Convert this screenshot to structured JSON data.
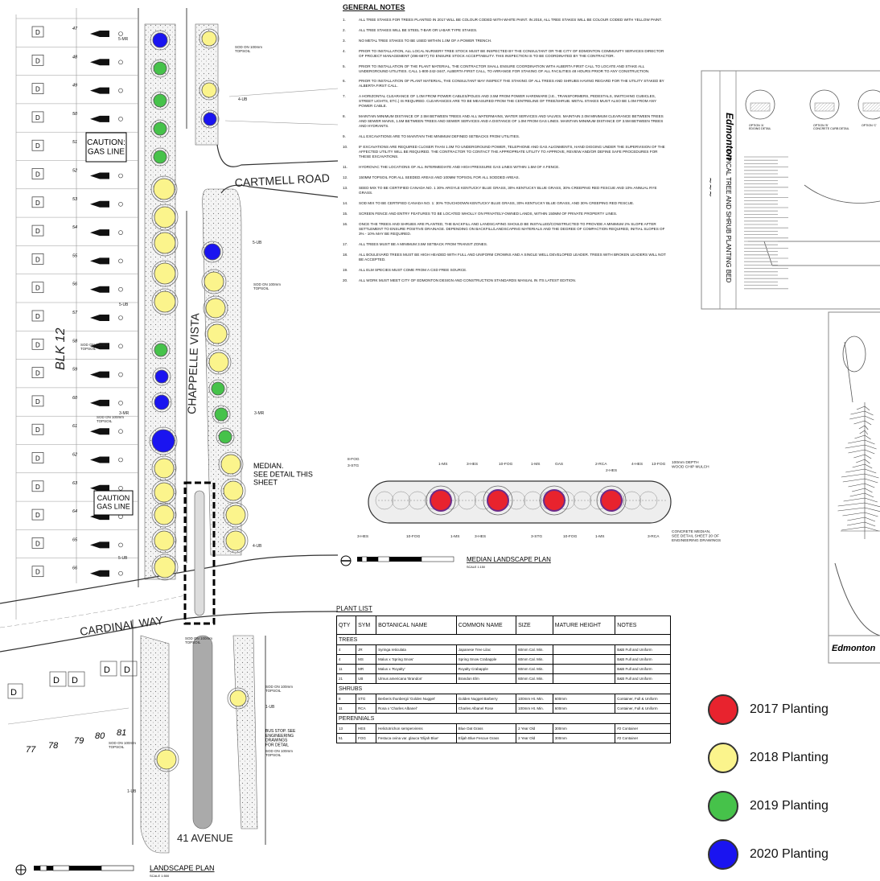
{
  "plan": {
    "title": "LANDSCAPE PLAN",
    "scale": "SCALE 1:500",
    "streets": {
      "cartmell": "CARTMELL ROAD",
      "chappelle": "CHAPPELLE VISTA",
      "cardinal": "CARDINAL WAY",
      "avenue": "41 AVENUE",
      "block": "BLK 12"
    },
    "callouts": {
      "gas1": "CAUTION:\nGAS LINE",
      "gas2": "CAUTION\nGAS LINE",
      "median": "MEDIAN.\nSEE DETAIL THIS\nSHEET",
      "bus": "BUS STOP. SEE\nENGINEERING\nDRAWINGS\nFOR DETAIL",
      "sod1": "SOD ON 100mm\nTOPSOIL",
      "sod2": "SOD ON 100mm\nTOPSOIL",
      "sod3": "SOD ON 100mm\nTOPSOIL",
      "sod4": "SOD ON 100mm\nTOPSOIL",
      "sod5": "SOD ON 100mm\nTOPSOIL",
      "sod6": "SOD ON 100mm\nTOPSOIL",
      "sod7": "SOD ON 100mm\nTOPSOIL",
      "sod8": "SOD ON 100mm\nTOPSOIL"
    },
    "tags": {
      "t1": "5-MR",
      "t2": "4-UB",
      "t3": "5-UB",
      "t4": "5-UB",
      "t5": "3-MR",
      "t6": "3-MR",
      "t7": "5-UB",
      "t8": "4-UB",
      "t9": "1-UB",
      "t10": "1-UB"
    },
    "lots_left": [
      "47",
      "48",
      "49",
      "50",
      "51",
      "52",
      "53",
      "54",
      "55",
      "56",
      "57",
      "58",
      "59",
      "60",
      "61",
      "62",
      "63",
      "64",
      "65",
      "66"
    ],
    "lots_bottom": [
      "77",
      "78",
      "79",
      "80",
      "81"
    ]
  },
  "general_notes": {
    "title": "GENERAL NOTES",
    "items": [
      {
        "n": "1.",
        "text": "All tree stakes for trees planted in 2017 will be colour coded with white paint. In 2018, all tree stakes will be colour coded with yellow paint."
      },
      {
        "n": "2.",
        "text": "All tree stakes will be steel T-bar or U-bar type stakes."
      },
      {
        "n": "3.",
        "text": "No metal tree stakes to be used within 1.0m of a power trench."
      },
      {
        "n": "4.",
        "text": "Prior to installation, all local nursery tree stock must be inspected by the consultant or the City of Edmonton Community Services Director of Project Management (496-6877) to ensure stock acceptability. This inspection is to be coordinated by the contractor."
      },
      {
        "n": "5.",
        "text": "Prior to installation of the plant material, the contractor shall ensure coordination with Alberta First Call to locate and stake all underground utilities. Call 1-800-242-3447, Alberta First Call, to arrange for staking of all facilities 48 hours prior to any construction."
      },
      {
        "n": "6.",
        "text": "Prior to installation of plant material, the consultant may inspect the staking of all trees and shrubs having regard for the utility staked by Alberta First Call."
      },
      {
        "n": "7.",
        "text": "A horizontal clearance of 1.0m from power cables/poles and 3.5m from power hardware (i.e., transformers, pedestals, switching cubicles, street lights, etc.) is required. Clearances are to be measured from the centreline of tree/shrub. Metal stakes must also be 1.0m from any power cable."
      },
      {
        "n": "8.",
        "text": "Maintain minimum distance of 2.5m between trees and all watermains, water services and valves. Maintain 2.0m minimum clearance between trees and sewer mains, 1.5m between trees and sewer services and a distance of 1.0m from gas lines. Maintain minimum distance of 3.5m between trees and hydrants."
      },
      {
        "n": "9.",
        "text": "All excavations are to maintain the minimum defined setbacks from utilities."
      },
      {
        "n": "10.",
        "text": "If excavations are required closer than 1.0m to underground power, telephone and gas alignments, hand digging under the supervision of the affected utility will be required. The contractor to contact the appropriate utility to approve, review and/or define safe procedures for these excavations."
      },
      {
        "n": "11.",
        "text": "Hydrovac the locations of all intermediate and high pressure gas lines within 1.5m of a fence."
      },
      {
        "n": "12.",
        "text": "150mm topsoil for all seeded areas and 100mm topsoil for all sodded areas."
      },
      {
        "n": "13.",
        "text": "Seed mix to be certified Canada No. 1 30% Argyle Kentucky Blue Grass, 30% Kentucky Blue Grass, 30% Creeping Red Fescue and 10% Annual Rye Grass."
      },
      {
        "n": "14.",
        "text": "Sod mix to be certified Canada No. 1: 30% Touchdown Kentucky Blue Grass, 30% Kentucky Blue Grass, and 30% Creeping Red Fescue."
      },
      {
        "n": "15.",
        "text": "Screen fence and entry features to be located wholly on privately-owned lands, within 150mm of private property lines."
      },
      {
        "n": "16.",
        "text": "Once the trees and shrubs are planted, the backfill and landscaping should be installed/constructed to provide a minimum 2% slope after settlement to ensure positive drainage. Depending on backfill/landscaping materials and the degree of compaction required, initial slopes of 3% - 10% may be required."
      },
      {
        "n": "17.",
        "text": "All trees must be a minimum 3.5m setback from transit zones."
      },
      {
        "n": "18.",
        "text": "All boulevard trees must be high headed with full and uniform crowns and a single well developed leader. Trees with broken leaders will not be accepted."
      },
      {
        "n": "19.",
        "text": "All elm species must come from a CSD free source."
      },
      {
        "n": "20.",
        "text": "All work must meet City of Edmonton Design and Construction Standards Manual in its latest edition."
      }
    ]
  },
  "median": {
    "title": "MEDIAN LANDSCAPE PLAN",
    "scale": "SCALE 1:150",
    "top_labels": [
      "8-FOG",
      "3-STG",
      "1-MS",
      "3-HES",
      "10-FOG",
      "1-MS",
      "GAS",
      "2-RCA",
      "2-HES",
      "4-HES",
      "13-FOG",
      "100mm DEPTH\nWOOD CHIP MULCH"
    ],
    "bottom_labels": [
      "3-HES",
      "10-FOG",
      "1-MS",
      "3-HES",
      "3-STG",
      "10-FOG",
      "1-MS",
      "3-RCA",
      "CONCRETE MEDIAN,\nSEE DETAIL SHEET 20 OF\nENGINEERING DRAWINGS"
    ]
  },
  "detail_sheet": {
    "title": "TYPICAL TREE AND SHRUB PLANTING BED",
    "brand": "Edmonton",
    "brand2": "Edmonton",
    "options": [
      "OPTION 'A'\nEDGING DETAIL",
      "OPTION 'B'\nCONCRETE CURB DETAIL",
      "OPTION 'C'"
    ]
  },
  "plant_list": {
    "title": "PLANT LIST",
    "headers": [
      "QTY",
      "SYM",
      "BOTANICAL NAME",
      "COMMON NAME",
      "SIZE",
      "MATURE HEIGHT",
      "NOTES"
    ],
    "groups": [
      {
        "name": "TREES",
        "rows": [
          [
            "4",
            "JR",
            "Syringa reticulata",
            "Japanese Tree Lilac",
            "60mm Cal. Min.",
            "",
            "B&B Full and Uniform"
          ],
          [
            "4",
            "MS",
            "Malus x 'Spring Snow'",
            "Spring Snow Crabapple",
            "60mm Cal. Min.",
            "",
            "B&B Full and Uniform"
          ],
          [
            "11",
            "MR",
            "Malus x 'Royalty'",
            "Royalty Crabapple",
            "60mm Cal. Min.",
            "",
            "B&B Full and Uniform"
          ],
          [
            "21",
            "UB",
            "Ulmus americana 'Brandon'",
            "Brandon Elm",
            "60mm Cal. Min.",
            "",
            "B&B Full and Uniform"
          ]
        ]
      },
      {
        "name": "SHRUBS",
        "rows": [
          [
            "8",
            "STG",
            "Berberis thunbergii 'Golden Nugget'",
            "Golden Nugget Barberry",
            "100mm Ht. Min.",
            "600mm",
            "Container, Full & Uniform"
          ],
          [
            "11",
            "RCA",
            "Rosa x 'Charles Albanel'",
            "Charles Albanel Rose",
            "100mm Ht. Min.",
            "600mm",
            "Container, Full & Uniform"
          ]
        ]
      },
      {
        "name": "PERENNIALS",
        "rows": [
          [
            "13",
            "HES",
            "Helictotrichon sempervirens",
            "Blue Oat Grass",
            "2 Year Old",
            "300mm",
            "#2 Container"
          ],
          [
            "51",
            "FOG",
            "Festuca ovina var. glauca 'Elijah Blue'",
            "Elijah Blue Fescue Grass",
            "2 Year Old",
            "300mm",
            "#2 Container"
          ]
        ]
      }
    ]
  },
  "legend": [
    {
      "label": "2017 Planting",
      "color": "#e8232e"
    },
    {
      "label": "2018 Planting",
      "color": "#fbf48c"
    },
    {
      "label": "2019 Planting",
      "color": "#46c24a"
    },
    {
      "label": "2020 Planting",
      "color": "#1a14f0"
    }
  ],
  "colors": {
    "y2017": "#e8232e",
    "y2018": "#fbf48c",
    "y2019": "#46c24a",
    "y2020": "#1a14f0"
  }
}
